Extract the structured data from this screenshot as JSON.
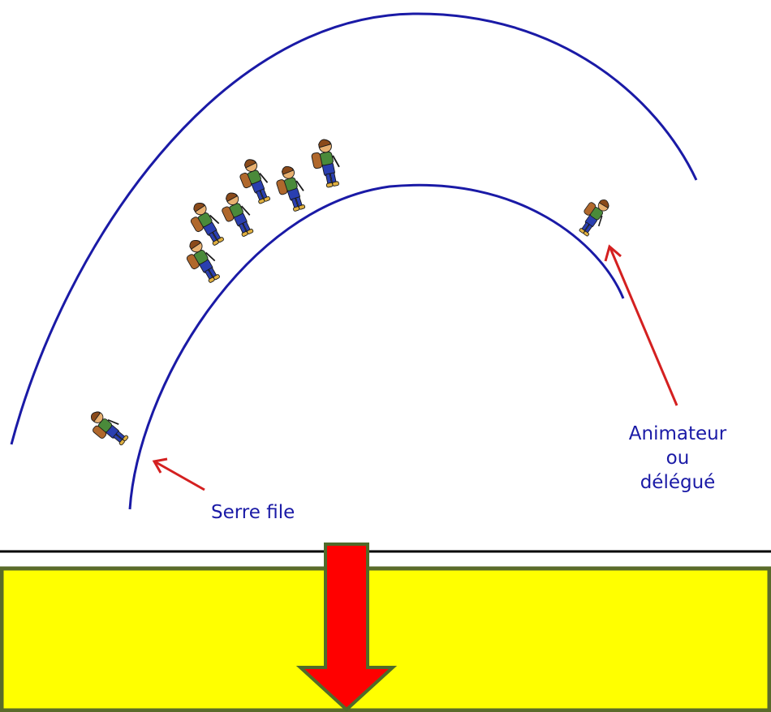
{
  "labels": {
    "serre_file": "Serre file",
    "animateur_line1": "Animateur",
    "animateur_line2": "ou",
    "animateur_line3": "délégué"
  },
  "colors": {
    "path_stroke": "#1a1aa6",
    "label_text": "#1a1aa6",
    "pointer_arrow": "#d42020",
    "panel_fill": "#ffff00",
    "panel_border": "#5a6b2a",
    "big_arrow_fill": "#ff0000",
    "big_arrow_border": "#4f6b2a",
    "divider_line": "#000000"
  },
  "icons": {
    "walker": "hiker-with-backpack-icon",
    "pointer": "red-pointer-arrow-icon",
    "down_arrow": "big-red-down-arrow-icon"
  }
}
